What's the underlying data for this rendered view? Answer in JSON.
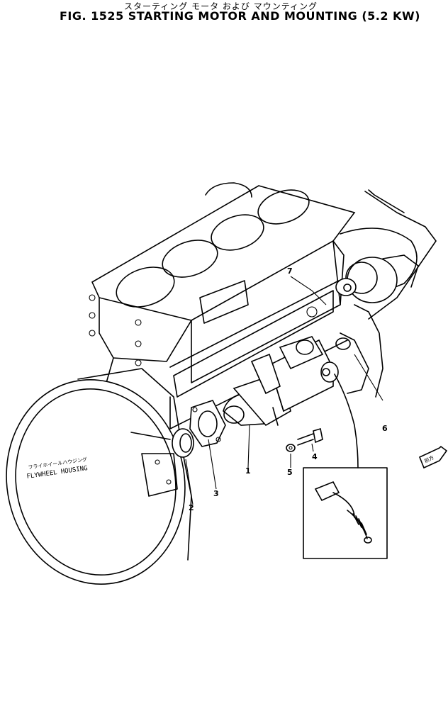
{
  "header": {
    "title_jp": "スターティング モータ および マウンティング",
    "title_en": "FIG. 1525  STARTING  MOTOR  AND  MOUNTING  (5.2 KW)"
  },
  "diagram": {
    "plate_label_jp": "フライホイールハウジング",
    "plate_label_en": "FLYWHEEL HOUSING",
    "direction_marker": "前方",
    "callouts": [
      "1",
      "2",
      "3",
      "4",
      "5",
      "6",
      "7"
    ]
  }
}
